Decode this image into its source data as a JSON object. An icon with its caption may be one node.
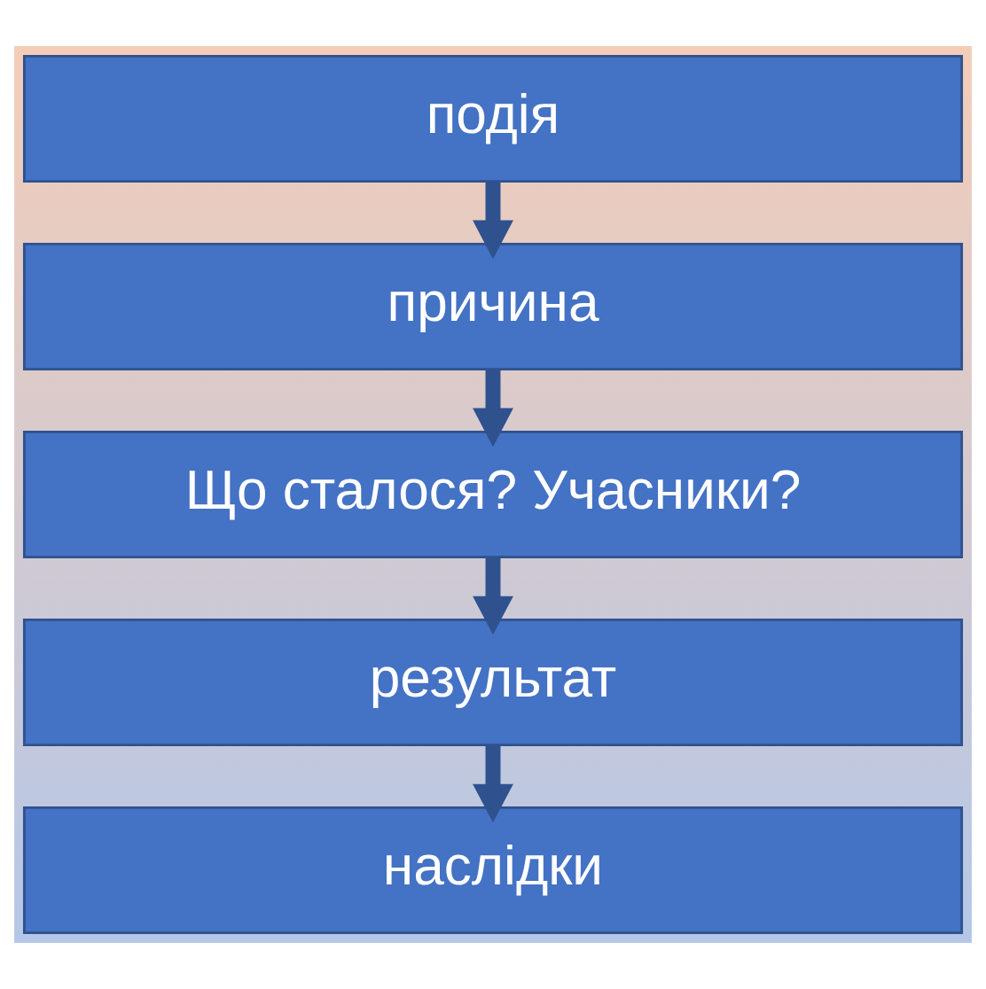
{
  "diagram": {
    "nodes": [
      {
        "text": [
          "подія"
        ]
      },
      {
        "text": [
          "причина"
        ]
      },
      {
        "text": [
          "Що сталося? Учасники?"
        ]
      },
      {
        "text": [
          "результат"
        ]
      },
      {
        "text": [
          "наслідки"
        ]
      }
    ],
    "edges": [
      {
        "from": 0,
        "to": 1,
        "arrow": "to"
      },
      {
        "from": 1,
        "to": 2,
        "arrow": "to"
      },
      {
        "from": 2,
        "to": 3,
        "arrow": "to"
      },
      {
        "from": 3,
        "to": 4,
        "arrow": "to"
      }
    ]
  }
}
